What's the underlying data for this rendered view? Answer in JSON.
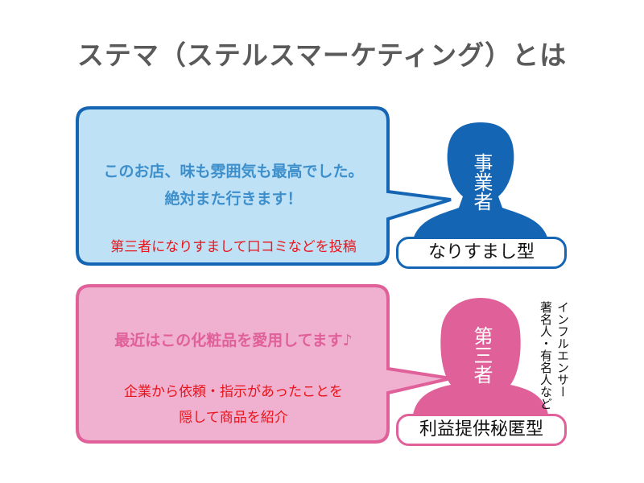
{
  "title": "ステマ（ステルスマーケティング）とは",
  "top": {
    "quote_line1": "このお店、味も雰囲気も最高でした。",
    "quote_line2": "絶対また行きます！",
    "note": "第三者になりすまして口コミなどを投稿",
    "figure_label": "事業者",
    "type_label": "なりすまし型",
    "colors": {
      "fill": "#bfe1f5",
      "border": "#1565b5",
      "text": "#3d8fcc",
      "figure": "#1565b5"
    }
  },
  "bottom": {
    "quote": "最近はこの化粧品を愛用してます♪",
    "note_line1": "企業から依頼・指示があったことを",
    "note_line2": "隠して商品を紹介",
    "figure_label": "第三者",
    "type_label": "利益提供秘匿型",
    "side_label_1": "インフルエンサー",
    "side_label_2": "著名人・有名人など",
    "colors": {
      "fill": "#f0b0d0",
      "border": "#e0609a",
      "text": "#e0609a",
      "figure": "#e0609a"
    }
  }
}
